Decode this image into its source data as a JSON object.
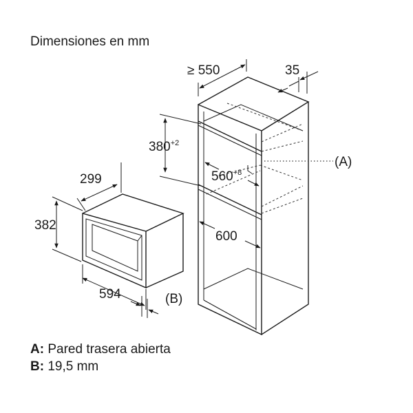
{
  "title": "Dimensiones en mm",
  "dimensions": {
    "cabinet_depth": "≥ 550",
    "rear_gap": "35",
    "niche_height": "380",
    "niche_height_tol": "+2",
    "niche_width": "560",
    "niche_width_tol": "+8",
    "cabinet_width": "600",
    "appliance_depth": "299",
    "appliance_height": "382",
    "appliance_width": "594"
  },
  "markers": {
    "a": "(A)",
    "b": "(B)"
  },
  "legend": {
    "a_key": "A:",
    "a_text": "Pared trasera abierta",
    "b_key": "B:",
    "b_text": "19,5 mm"
  }
}
